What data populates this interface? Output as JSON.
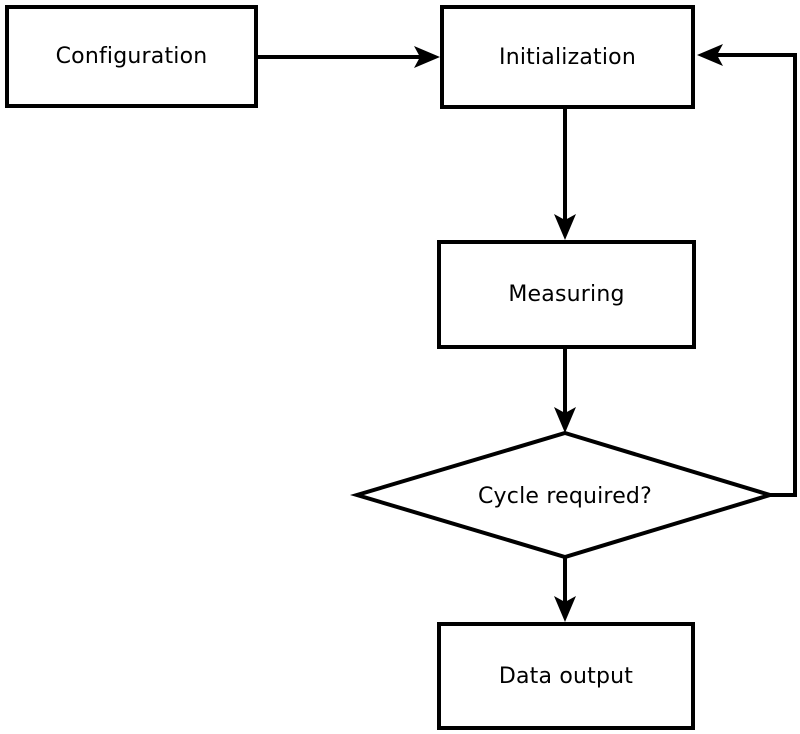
{
  "colors": {
    "line": "#000000",
    "background": "#ffffff",
    "node_fill": "#ffffff",
    "text": "#000000"
  },
  "diagram": {
    "type": "flowchart",
    "nodes": [
      {
        "id": "configuration",
        "label": "Configuration",
        "shape": "rectangle"
      },
      {
        "id": "initialization",
        "label": "Initialization",
        "shape": "rectangle"
      },
      {
        "id": "measuring",
        "label": "Measuring",
        "shape": "rectangle"
      },
      {
        "id": "cycle-required",
        "label": "Cycle required?",
        "shape": "diamond"
      },
      {
        "id": "data-output",
        "label": "Data output",
        "shape": "rectangle"
      }
    ],
    "edges": [
      {
        "from": "configuration",
        "to": "initialization"
      },
      {
        "from": "initialization",
        "to": "measuring"
      },
      {
        "from": "measuring",
        "to": "cycle-required"
      },
      {
        "from": "cycle-required",
        "to": "data-output"
      },
      {
        "from": "cycle-required",
        "to": "initialization",
        "note": "feedback loop via right side"
      }
    ]
  }
}
